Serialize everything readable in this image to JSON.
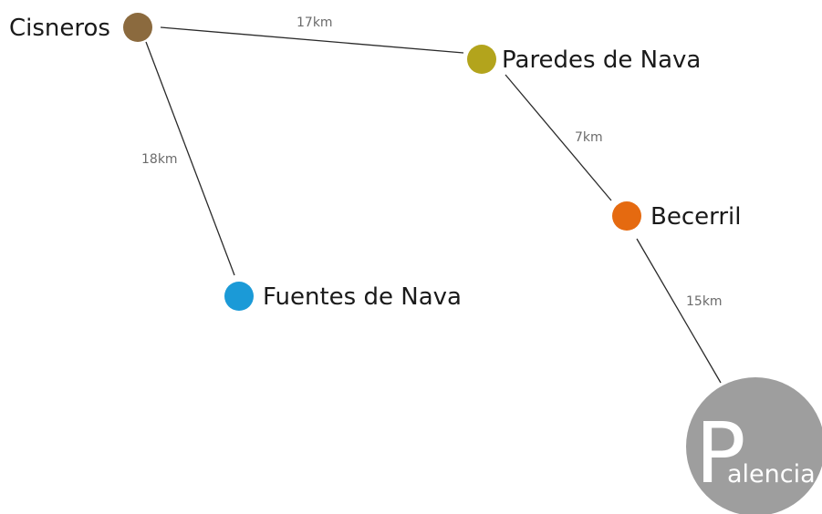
{
  "towns": {
    "cisneros": {
      "name": "Cisneros",
      "color": "#8b6a3e"
    },
    "paredes": {
      "name": "Paredes de Nava",
      "color": "#b3a41c"
    },
    "becerril": {
      "name": "Becerril",
      "color": "#e56a10"
    },
    "fuentes": {
      "name": "Fuentes de Nava",
      "color": "#1b9ad7"
    }
  },
  "roads": {
    "cisneros_paredes": "17km",
    "cisneros_fuentes": "18km",
    "paredes_becerril": "7km",
    "becerril_palencia": "15km"
  },
  "logo": {
    "initial": "P",
    "rest": "alencia",
    "color": "#9e9e9e"
  }
}
